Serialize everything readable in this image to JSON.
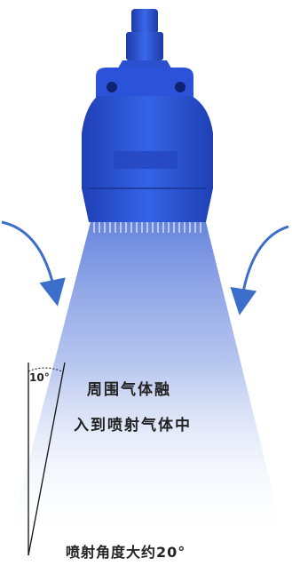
{
  "labels": {
    "air_merge_line1": "周围气体融",
    "air_merge_line2": "入到喷射气体中",
    "angle_marker": "10°",
    "spray_angle": "喷射角度大约20°"
  },
  "colors": {
    "nozzle_blue": "#2f56d6",
    "nozzle_dark": "#1b3aa8",
    "spray_blue": "#6d8ce0",
    "arrow_blue": "#3c6fc9",
    "text": "#222222"
  },
  "icons": {
    "left_arrow": "curved-arrow-down-right-icon",
    "right_arrow": "curved-arrow-down-left-icon"
  }
}
